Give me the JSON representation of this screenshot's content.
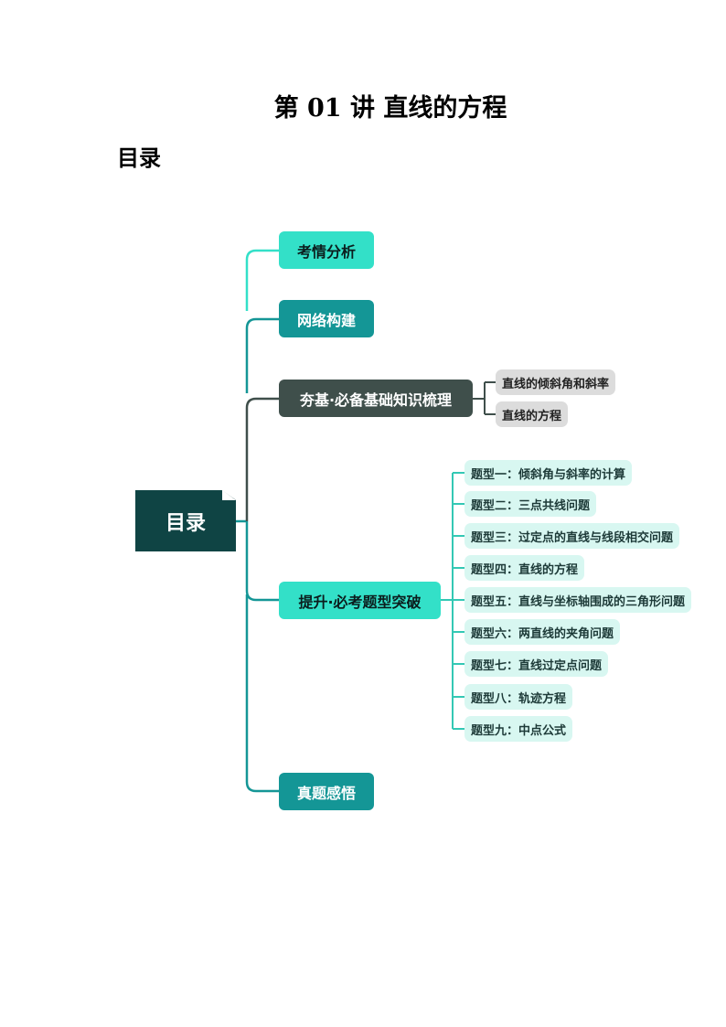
{
  "title": "第 01 讲  直线的方程",
  "toc_heading": "目录",
  "mindmap": {
    "root": "目录",
    "branches": [
      {
        "label": "考情分析"
      },
      {
        "label": "网络构建"
      },
      {
        "label": "夯基·必备基础知识梳理",
        "children": [
          "直线的倾斜角和斜率",
          "直线的方程"
        ]
      },
      {
        "label": "提升·必考题型突破",
        "children": [
          "题型一：倾斜角与斜率的计算",
          "题型二：三点共线问题",
          "题型三：过定点的直线与线段相交问题",
          "题型四：直线的方程",
          "题型五：直线与坐标轴围成的三角形问题",
          "题型六：两直线的夹角问题",
          "题型七：直线过定点问题",
          "题型八：轨迹方程",
          "题型九：中点公式"
        ]
      },
      {
        "label": "真题感悟"
      }
    ]
  },
  "colors": {
    "light_teal": "#33e0c8",
    "dark_teal": "#149696",
    "slate": "#3f4f4b",
    "root": "#0f4444",
    "leaf_teal": "#d8f7f1",
    "leaf_gray": "#dcdcdc"
  }
}
